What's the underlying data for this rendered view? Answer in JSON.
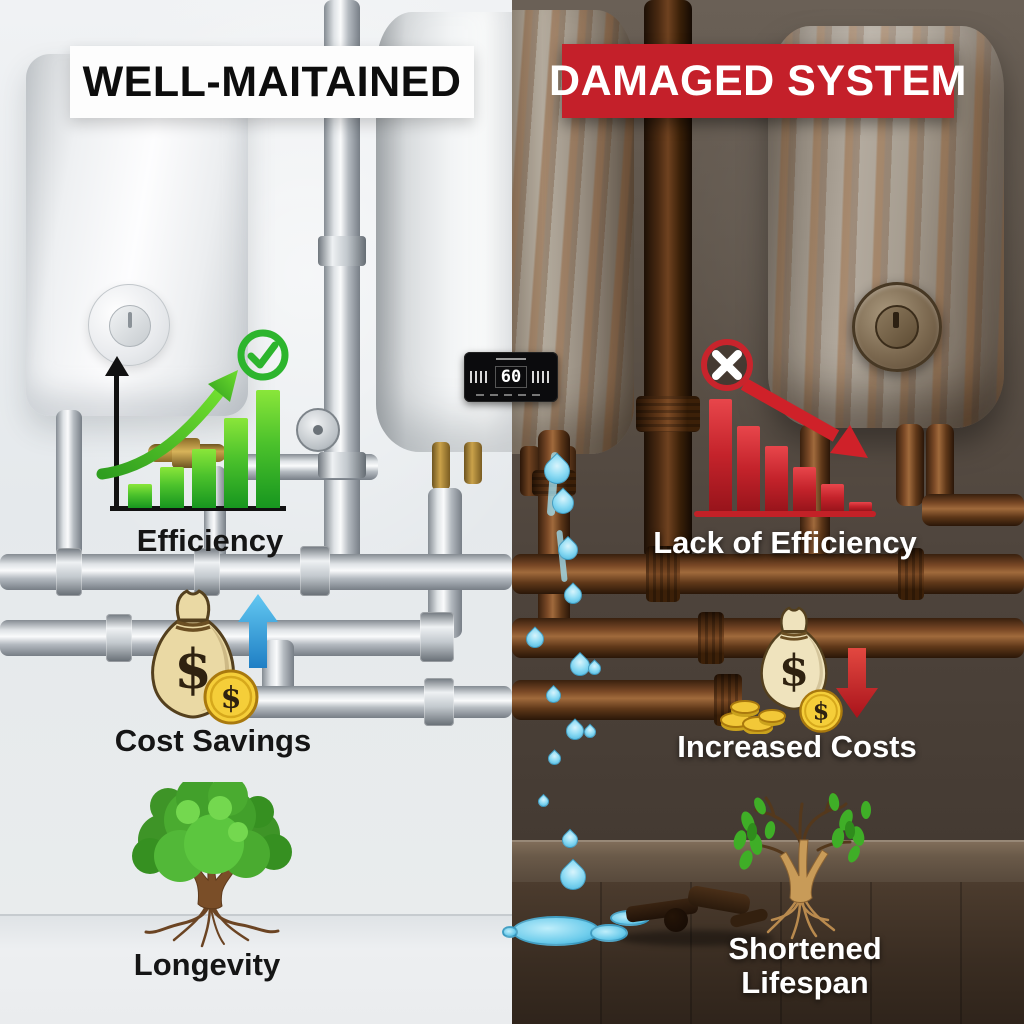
{
  "left_panel": {
    "title": "WELL-MAITAINED",
    "banner_bg": "#ffffff",
    "banner_text_color": "#0d0d0d",
    "sections": {
      "efficiency": {
        "label": "Efficiency",
        "icon": "rising-bar-chart-icon",
        "status_icon": "check-circle-icon",
        "accent_color": "#2db52d"
      },
      "cost": {
        "label": "Cost Savings",
        "icon": "money-bag-icon",
        "trend_icon": "arrow-up-icon",
        "trend_color": "#2f9fe0"
      },
      "lifespan": {
        "label": "Longevity",
        "icon": "healthy-tree-icon"
      }
    }
  },
  "right_panel": {
    "title": "DAMAGED SYSTEM",
    "banner_bg": "#c4202a",
    "banner_text_color": "#ffffff",
    "sections": {
      "efficiency": {
        "label": "Lack of Efficiency",
        "icon": "declining-bar-chart-icon",
        "status_icon": "x-circle-icon",
        "accent_color": "#cf2129"
      },
      "cost": {
        "label": "Increased Costs",
        "icon": "money-bag-coins-icon",
        "trend_icon": "arrow-down-icon",
        "trend_color": "#d42430"
      },
      "lifespan": {
        "label": "Shortened Lifespan",
        "icon": "dying-tree-icon"
      }
    }
  },
  "thermostat": {
    "display_value": "60"
  },
  "currency_symbol": "$",
  "chart_data": [
    {
      "type": "bar",
      "title": "Efficiency",
      "values": [
        0.2,
        0.35,
        0.5,
        0.76,
        1.0
      ],
      "color": "#2db52d",
      "trend": "rising",
      "annotations": [
        "upward-curved-arrow",
        "check-mark-circle"
      ]
    },
    {
      "type": "bar",
      "title": "Lack of Efficiency",
      "values": [
        1.0,
        0.76,
        0.58,
        0.39,
        0.24,
        0.08
      ],
      "color": "#cf2129",
      "trend": "falling",
      "annotations": [
        "downward-arrow",
        "x-mark-circle"
      ]
    }
  ]
}
